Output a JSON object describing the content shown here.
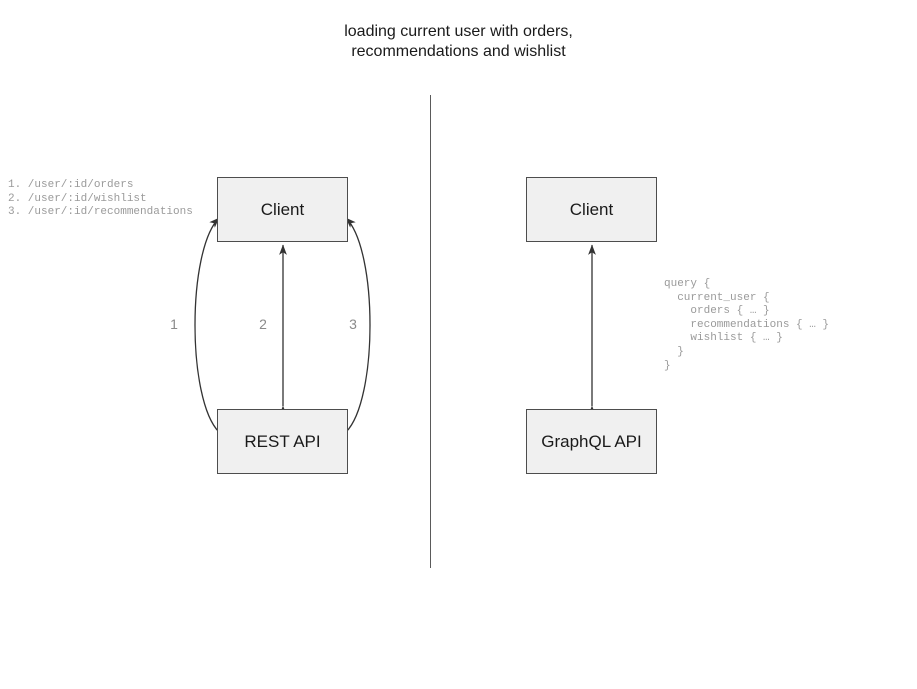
{
  "diagram": {
    "title": "loading current user with orders,\nrecommendations and wishlist",
    "divider": {
      "name": "vertical-divider",
      "color": "#5a5a5a"
    },
    "colors": {
      "node_fill": "#f0f0f0",
      "node_border": "#4d4d4d",
      "edge_stroke": "#333333",
      "code_text": "#9a9a9a",
      "label_text": "#8a8a8a",
      "title_text": "#1a1a1a",
      "background": "#ffffff"
    },
    "left_panel": {
      "name": "rest-api-panel",
      "nodes": {
        "client": "Client",
        "api": "REST API"
      },
      "edge_labels": [
        "1",
        "2",
        "3"
      ],
      "endpoints_code": "1. /user/:id/orders\n2. /user/:id/wishlist\n3. /user/:id/recommendations",
      "endpoints": [
        {
          "number": "1.",
          "path": "/user/:id/orders"
        },
        {
          "number": "2.",
          "path": "/user/:id/wishlist"
        },
        {
          "number": "3.",
          "path": "/user/:id/recommendations"
        }
      ]
    },
    "right_panel": {
      "name": "graphql-api-panel",
      "nodes": {
        "client": "Client",
        "api": "GraphQL API"
      },
      "query_code": "query {\n  current_user {\n    orders { … }\n    recommendations { … }\n    wishlist { … }\n  }\n}",
      "query_fields": [
        "orders",
        "recommendations",
        "wishlist"
      ],
      "query_root": "current_user"
    }
  }
}
